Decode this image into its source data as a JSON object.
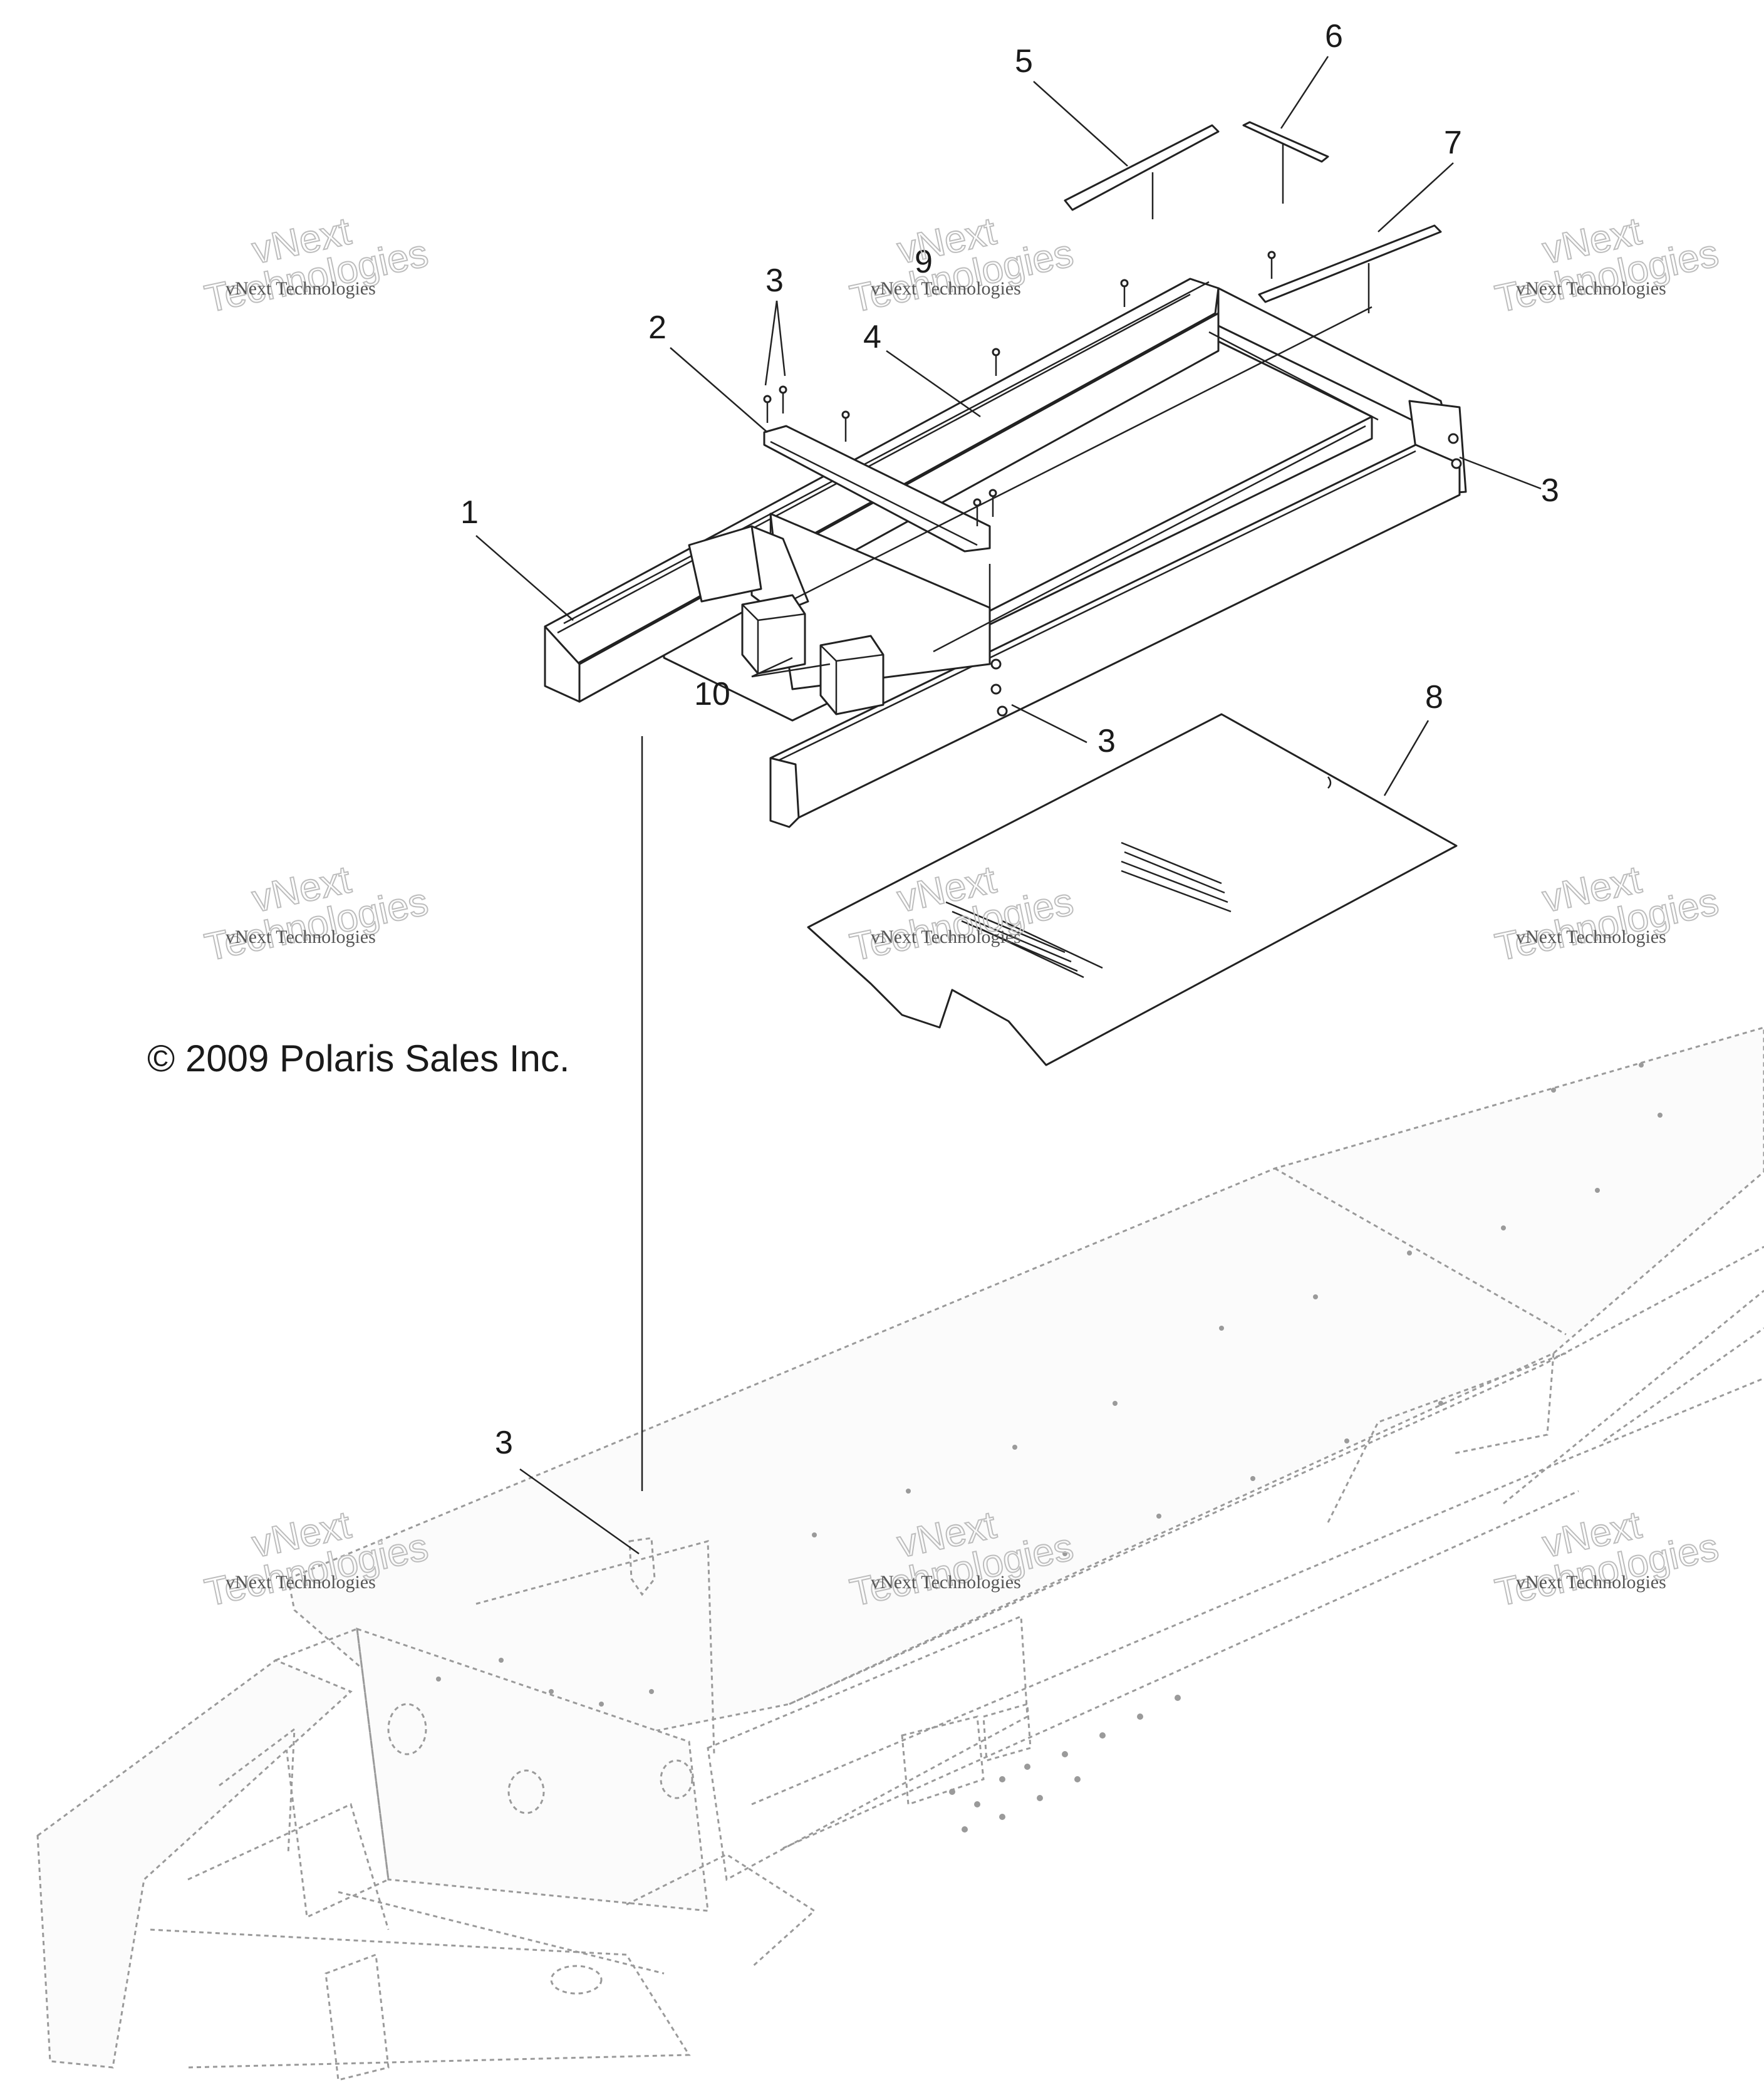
{
  "copyright": "© 2009 Polaris Sales Inc.",
  "watermark": {
    "line1": "vNext Technologies",
    "line2": "vNext",
    "line3": "Technologies"
  },
  "callouts": [
    {
      "id": "1",
      "text": "1"
    },
    {
      "id": "2",
      "text": "2"
    },
    {
      "id": "3a",
      "text": "3"
    },
    {
      "id": "3b",
      "text": "3"
    },
    {
      "id": "3c",
      "text": "3"
    },
    {
      "id": "3d",
      "text": "3"
    },
    {
      "id": "4",
      "text": "4"
    },
    {
      "id": "5",
      "text": "5"
    },
    {
      "id": "6",
      "text": "6"
    },
    {
      "id": "7",
      "text": "7"
    },
    {
      "id": "8",
      "text": "8"
    },
    {
      "id": "9",
      "text": "9"
    },
    {
      "id": "10",
      "text": "10"
    }
  ]
}
